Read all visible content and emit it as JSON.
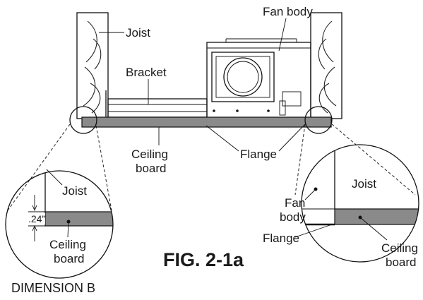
{
  "labels": {
    "fan_body_top": "Fan body",
    "joist_top": "Joist",
    "bracket": "Bracket",
    "ceiling_board_top_line1": "Ceiling",
    "ceiling_board_top_line2": "board",
    "flange_top": "Flange",
    "joist_left_detail": "Joist",
    "measure": ".24\"",
    "ceiling_board_left_line1": "Ceiling",
    "ceiling_board_left_line2": "board",
    "joist_right_detail": "Joist",
    "fan_body_right_line1": "Fan",
    "fan_body_right_line2": "body",
    "flange_right": "Flange",
    "ceiling_board_right_line1": "Ceiling",
    "ceiling_board_right_line2": "board"
  },
  "figure_title": "FIG. 2-1a",
  "detail_caption": "DIMENSION B",
  "colors": {
    "ink": "#111111",
    "board_fill": "#8a8a8a",
    "background": "#ffffff"
  }
}
